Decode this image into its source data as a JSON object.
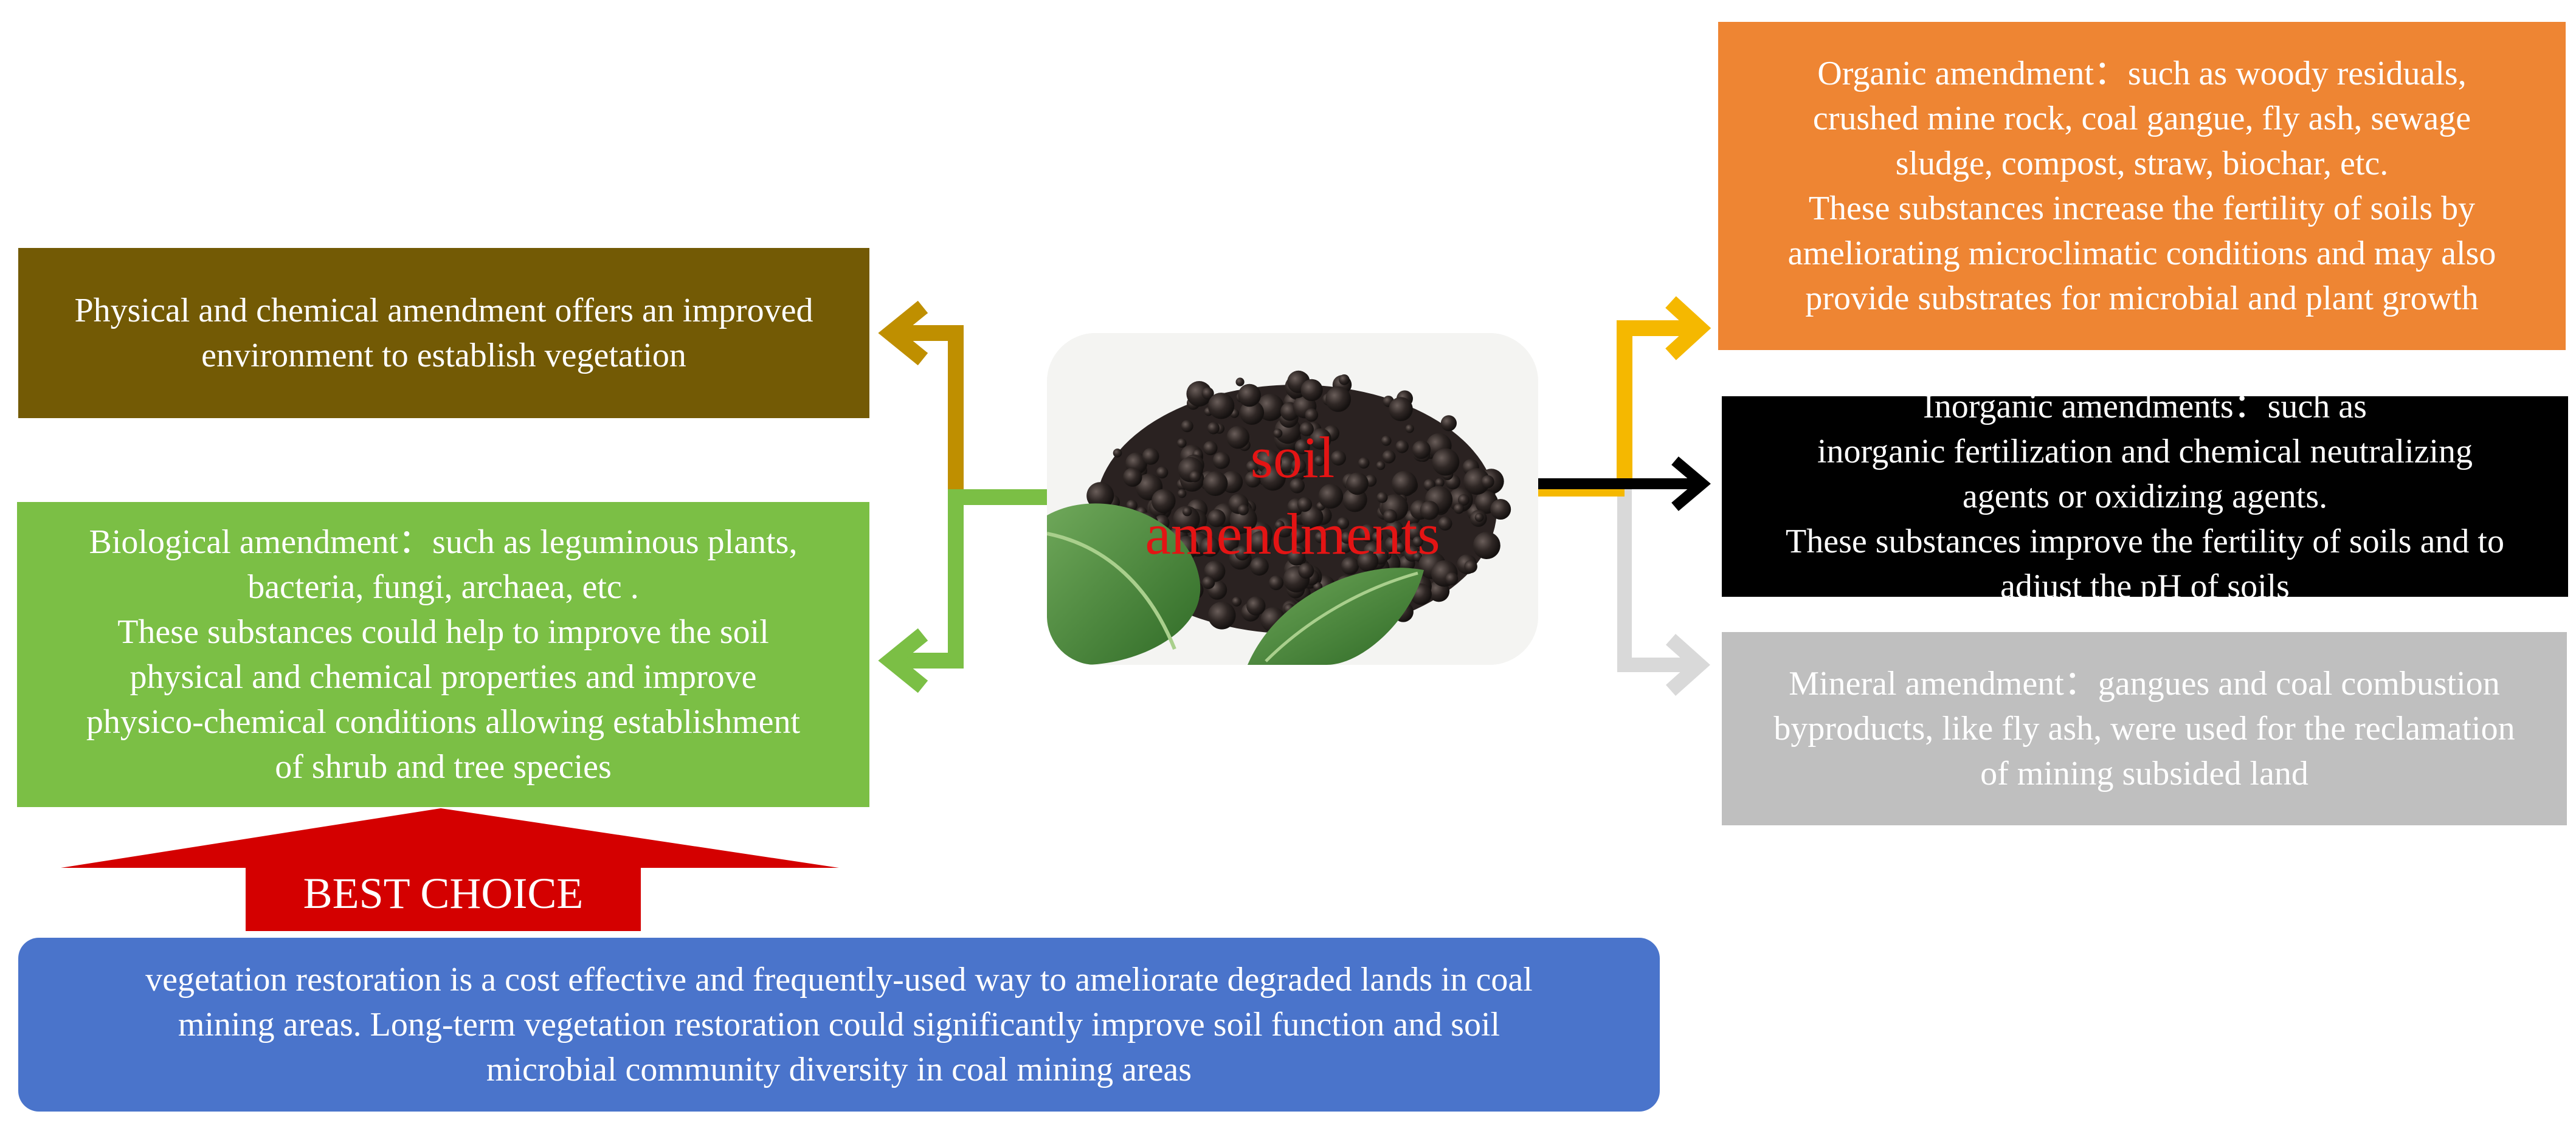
{
  "center": {
    "label": "soil\namendments",
    "image": "soil-granules-with-leaves"
  },
  "left": {
    "physical": "Physical and chemical amendment offers an improved\nenvironment to establish vegetation",
    "biological": "Biological amendment：such as leguminous plants,\nbacteria, fungi, archaea, etc .\nThese substances could help to improve the soil\nphysical and chemical properties and improve\nphysico-chemical conditions allowing establishment\nof shrub and tree species"
  },
  "right": {
    "organic": "Organic amendment：such as woody residuals,\ncrushed mine rock, coal gangue, fly ash, sewage\nsludge, compost,  straw, biochar, etc.\nThese substances increase the fertility of soils by\nameliorating microclimatic conditions and may also\nprovide substrates for microbial and plant growth",
    "inorganic": "Inorganic amendments：such as\ninorganic fertilization and chemical neutralizing\nagents or oxidizing agents.\nThese substances improve the fertility of soils and to\nadjust the pH of soils",
    "mineral": "Mineral amendment：gangues and coal combustion\nbyproducts, like fly ash, were used for the reclamation\nof mining subsided land"
  },
  "best_choice": {
    "label": "BEST CHOICE"
  },
  "bottom": {
    "vegetation": "vegetation restoration is a cost effective and frequently-used way to ameliorate degraded lands in coal\nmining areas. Long-term vegetation restoration could significantly improve soil function and soil\nmicrobial community diversity in coal mining areas"
  },
  "colors": {
    "physical_box": "#735a05",
    "biological_box": "#7bbf45",
    "organic_box": "#ee8533",
    "inorganic_box": "#000000",
    "mineral_box": "#bfbfbf",
    "vegetation_box": "#4a74cb",
    "best_choice": "#d40000",
    "center_label": "#e41414"
  }
}
